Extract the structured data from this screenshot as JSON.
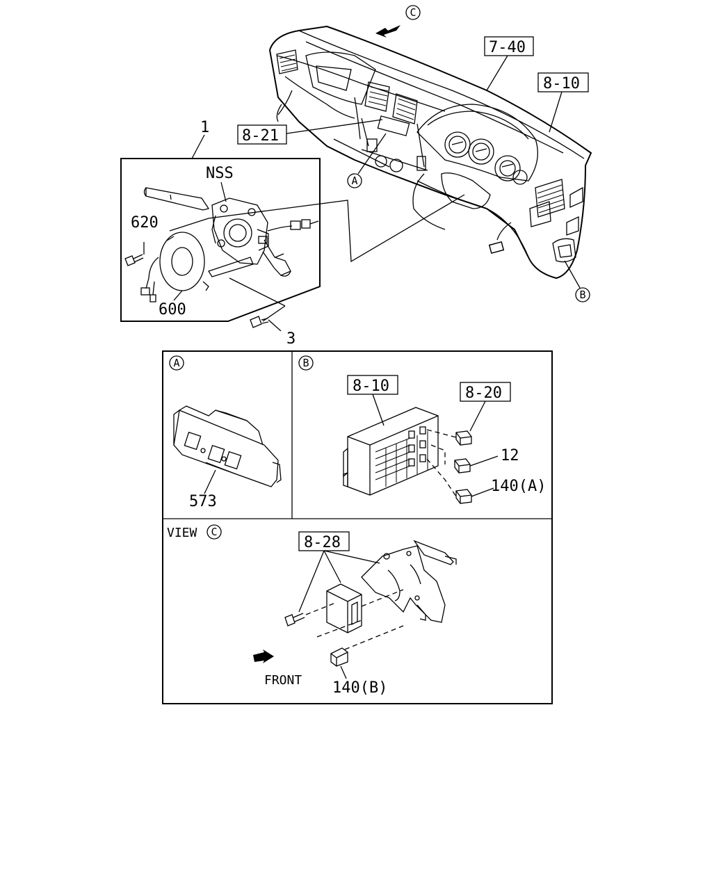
{
  "callouts": {
    "ref_7_40": "7-40",
    "ref_8_10_top": "8-10",
    "ref_8_21": "8-21",
    "ref_8_10_detail": "8-10",
    "ref_8_20": "8-20",
    "ref_8_28": "8-28"
  },
  "labels": {
    "part_1": "1",
    "nss": "NSS",
    "part_620": "620",
    "part_600": "600",
    "part_3": "3",
    "part_573": "573",
    "part_12": "12",
    "part_140a": "140(A)",
    "part_140b": "140(B)",
    "view": "VIEW",
    "front": "FRONT"
  },
  "markers": {
    "a": "A",
    "b": "B",
    "c": "C"
  },
  "icons": [
    "arrow-icon",
    "front-arrow-icon"
  ]
}
